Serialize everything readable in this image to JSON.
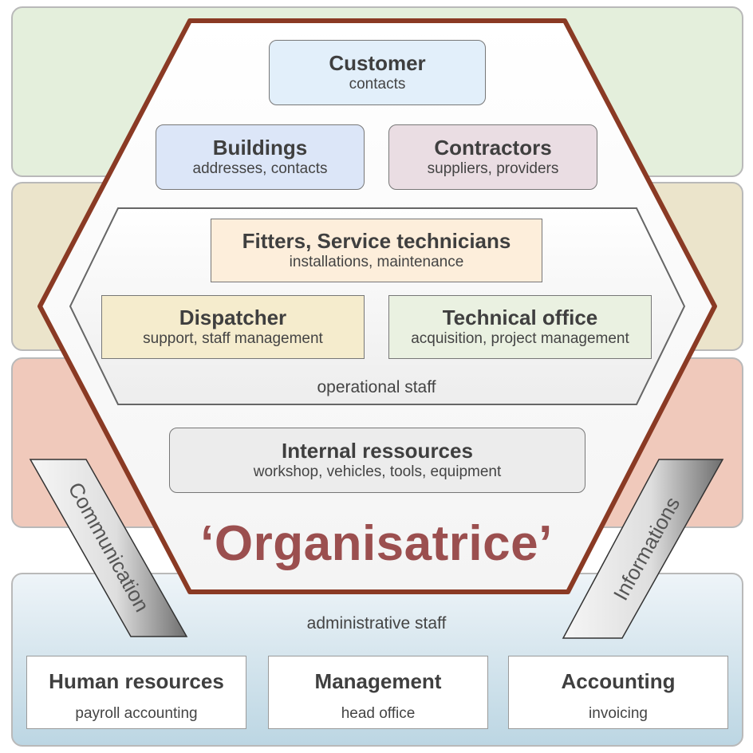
{
  "customer": {
    "title": "Customer",
    "subtitle": "contacts",
    "color": "#e2effa"
  },
  "buildings": {
    "title": "Buildings",
    "subtitle": "addresses, contacts",
    "color": "#dce6f8"
  },
  "contractors": {
    "title": "Contractors",
    "subtitle": "suppliers, providers",
    "color": "#eadde3"
  },
  "fitters": {
    "title": "Fitters, Service technicians",
    "subtitle": "installations, maintenance",
    "color": "#fdeedb"
  },
  "dispatcher": {
    "title": "Dispatcher",
    "subtitle": "support, staff management",
    "color": "#f5eccd"
  },
  "technical_office": {
    "title": "Technical office",
    "subtitle": "acquisition, project management",
    "color": "#eaf1e1"
  },
  "operational_label": "operational staff",
  "internal": {
    "title": "Internal ressources",
    "subtitle": "workshop, vehicles, tools, equipment",
    "color": "#ececec"
  },
  "brand": "‘Organisatrice’",
  "administrative_label": "administrative staff",
  "communication": "Communication",
  "informations": "Informations",
  "hr": {
    "title": "Human resources",
    "subtitle": "payroll accounting"
  },
  "management": {
    "title": "Management",
    "subtitle": "head office"
  },
  "accounting": {
    "title": "Accounting",
    "subtitle": "invoicing"
  },
  "colors": {
    "hexagon_border": "#8a3a24",
    "brand_text": "#9b4f4f"
  }
}
